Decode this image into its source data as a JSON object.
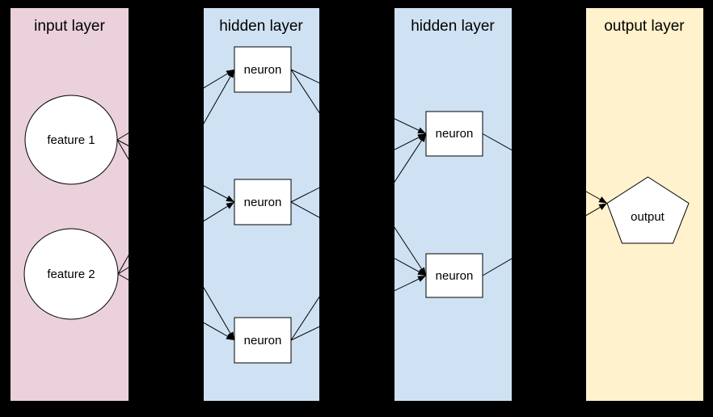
{
  "diagram": {
    "type": "neural-network-layer-diagram",
    "background_color": "#000000",
    "edge_color": "#000000",
    "node_fill": "#ffffff",
    "node_stroke": "#000000",
    "layers": [
      {
        "id": "input",
        "label": "input layer",
        "color": "#ead1dc"
      },
      {
        "id": "hidden1",
        "label": "hidden layer",
        "color": "#cfe2f3"
      },
      {
        "id": "hidden2",
        "label": "hidden layer",
        "color": "#cfe2f3"
      },
      {
        "id": "output",
        "label": "output layer",
        "color": "#fff2cc"
      }
    ],
    "nodes": [
      {
        "id": "feature1",
        "label": "feature 1",
        "shape": "circle",
        "layer": "input"
      },
      {
        "id": "feature2",
        "label": "feature 2",
        "shape": "circle",
        "layer": "input"
      },
      {
        "id": "h1n1",
        "label": "neuron",
        "shape": "rect",
        "layer": "hidden1"
      },
      {
        "id": "h1n2",
        "label": "neuron",
        "shape": "rect",
        "layer": "hidden1"
      },
      {
        "id": "h1n3",
        "label": "neuron",
        "shape": "rect",
        "layer": "hidden1"
      },
      {
        "id": "h2n1",
        "label": "neuron",
        "shape": "rect",
        "layer": "hidden2"
      },
      {
        "id": "h2n2",
        "label": "neuron",
        "shape": "rect",
        "layer": "hidden2"
      },
      {
        "id": "output_node",
        "label": "output",
        "shape": "pentagon",
        "layer": "output"
      }
    ],
    "edges": [
      {
        "from": "feature1",
        "to": "h1n1"
      },
      {
        "from": "feature1",
        "to": "h1n2"
      },
      {
        "from": "feature1",
        "to": "h1n3"
      },
      {
        "from": "feature2",
        "to": "h1n1"
      },
      {
        "from": "feature2",
        "to": "h1n2"
      },
      {
        "from": "feature2",
        "to": "h1n3"
      },
      {
        "from": "h1n1",
        "to": "h2n1"
      },
      {
        "from": "h1n1",
        "to": "h2n2"
      },
      {
        "from": "h1n2",
        "to": "h2n1"
      },
      {
        "from": "h1n2",
        "to": "h2n2"
      },
      {
        "from": "h1n3",
        "to": "h2n1"
      },
      {
        "from": "h1n3",
        "to": "h2n2"
      },
      {
        "from": "h2n1",
        "to": "output_node"
      },
      {
        "from": "h2n2",
        "to": "output_node"
      }
    ]
  }
}
